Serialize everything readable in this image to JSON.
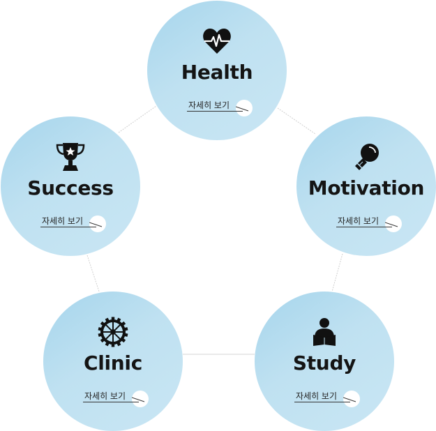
{
  "colors": {
    "circle_light": "#c9e6f4",
    "circle_mid": "#bfe1f1",
    "circle_dark": "#a6d5ec",
    "title_text": "#141414",
    "connector": "#cccccc"
  },
  "cards": [
    {
      "id": "health",
      "title": "Health",
      "icon": "heart-pulse-icon",
      "more_label": "자세히 보기"
    },
    {
      "id": "motivation",
      "title": "Motivation",
      "icon": "lightbulb-icon",
      "more_label": "자세히 보기"
    },
    {
      "id": "study",
      "title": "Study",
      "icon": "reading-person-icon",
      "more_label": "자세히 보기"
    },
    {
      "id": "clinic",
      "title": "Clinic",
      "icon": "gear-icon",
      "more_label": "자세히 보기"
    },
    {
      "id": "success",
      "title": "Success",
      "icon": "trophy-icon",
      "more_label": "자세히 보기"
    }
  ]
}
